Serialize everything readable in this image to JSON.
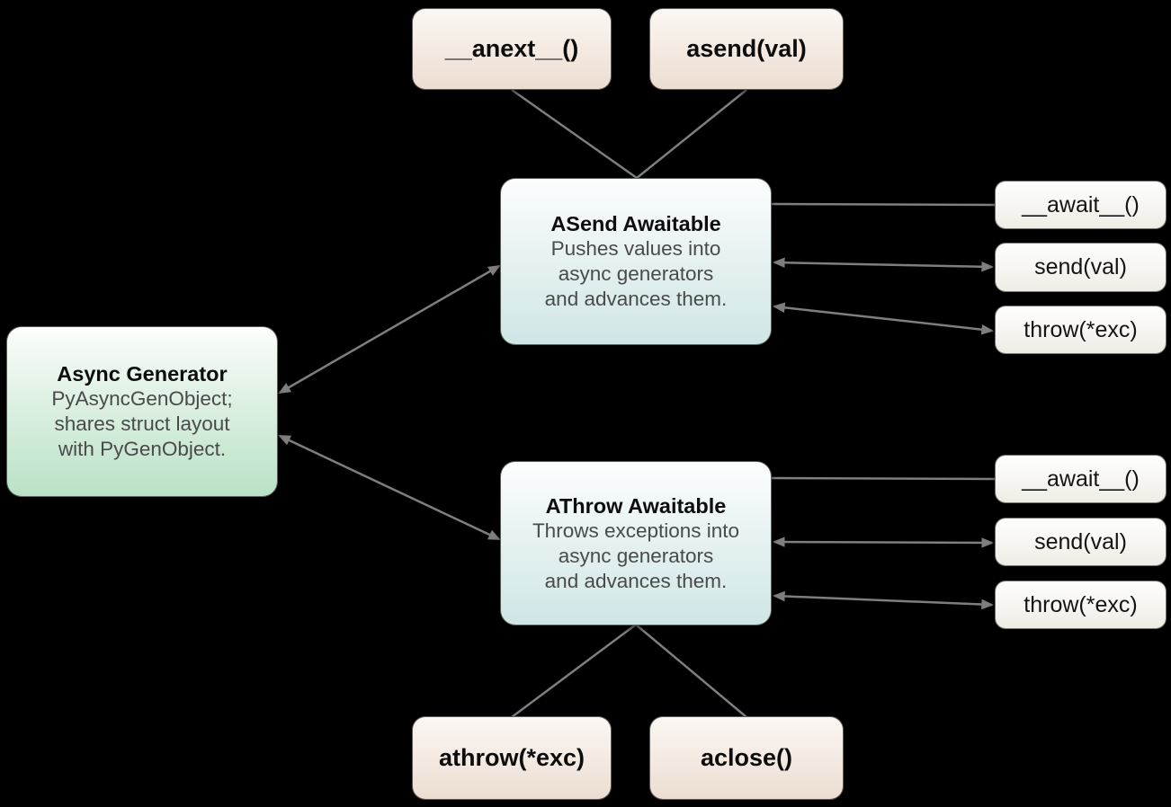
{
  "diagram": {
    "nodes": {
      "anext": {
        "label": "__anext__()"
      },
      "asend": {
        "label": "asend(val)"
      },
      "asend_awaitable": {
        "title": "ASend Awaitable",
        "body": [
          "Pushes values into",
          "async generators",
          "and advances them."
        ],
        "methods": [
          "__await__()",
          "send(val)",
          "throw(*exc)"
        ]
      },
      "async_generator": {
        "title": "Async Generator",
        "body": [
          "PyAsyncGenObject;",
          "shares struct layout",
          "with PyGenObject."
        ]
      },
      "athrow_awaitable": {
        "title": "AThrow Awaitable",
        "body": [
          "Throws exceptions into",
          "async generators",
          "and advances them."
        ],
        "methods": [
          "__await__()",
          "send(val)",
          "throw(*exc)"
        ]
      },
      "athrow": {
        "label": "athrow(*exc)"
      },
      "aclose": {
        "label": "aclose()"
      }
    },
    "colors": {
      "background": "#000000",
      "arrow": "#7e7e7e",
      "warm_box_bottom": "#ecddd0",
      "teal_box_bottom": "#cfe6e6",
      "green_box_bottom": "#b9e2c6",
      "small_box_bottom": "#eeece4",
      "title_text": "#0e0e0e",
      "body_text": "#4a4a4a"
    }
  }
}
